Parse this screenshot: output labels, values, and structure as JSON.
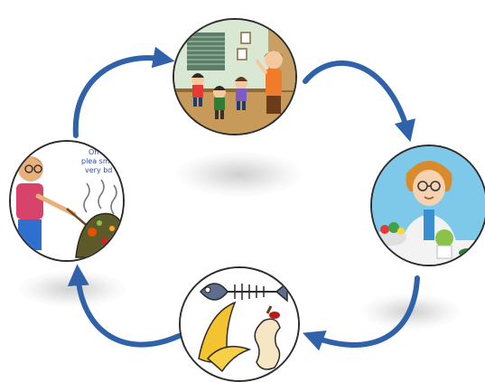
{
  "diagram": {
    "type": "cycle",
    "arrow_color": "#2f62a8",
    "nodes": [
      {
        "id": "top",
        "icon": "children-classroom-illustration"
      },
      {
        "id": "right",
        "icon": "chef-with-vegetables-illustration"
      },
      {
        "id": "bottom",
        "icon": "food-waste-illustration"
      },
      {
        "id": "left",
        "icon": "man-near-smelly-garbage-illustration"
      }
    ],
    "speech_bubble_text": [
      "Oh",
      "plea sm",
      "very bd"
    ]
  }
}
